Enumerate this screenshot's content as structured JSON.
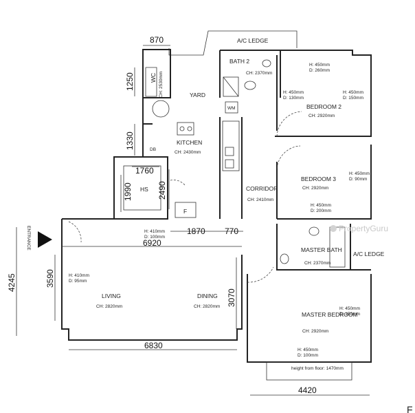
{
  "rooms": {
    "ac_ledge_top": "A/C LEDGE",
    "bath2": "BATH 2",
    "bath2_ch": "CH: 2370mm",
    "wc": "WC",
    "wc_ch": "CH: 2530mm",
    "yard": "YARD",
    "wm": "WM",
    "kitchen": "KITCHEN",
    "kitchen_ch": "CH: 2430mm",
    "db": "DB",
    "hs": "HS",
    "f": "F",
    "corridor": "CORRIDOR",
    "corridor_ch": "CH: 2410mm",
    "bedroom2": "BEDROOM 2",
    "bedroom2_ch": "CH: 2920mm",
    "bedroom3": "BEDROOM 3",
    "bedroom3_ch": "CH: 2920mm",
    "master_bath": "MASTER BATH",
    "master_bath_ch": "CH: 2370mm",
    "ac_ledge_right": "A/C LEDGE",
    "living": "LIVING",
    "living_ch": "CH: 2820mm",
    "dining": "DINING",
    "dining_ch": "CH: 2820mm",
    "master_bedroom": "MASTER BEDROOM",
    "master_bedroom_ch": "CH: 2920mm",
    "entrance": "ENTRANCE",
    "height_from_floor": "height from floor: 1470mm"
  },
  "openings": {
    "bed2_h1": "H: 450mm",
    "bed2_d1": "D: 260mm",
    "bed2_h2": "H: 450mm",
    "bed2_d2": "D: 130mm",
    "bed2_h3": "H: 450mm",
    "bed2_d3": "D: 150mm",
    "bed3_h1": "H: 450mm",
    "bed3_d1": "D: 90mm",
    "bed3_h2": "H: 450mm",
    "bed3_d2": "D: 200mm",
    "entry_h": "H: 410mm",
    "entry_d": "D: 100mm",
    "living_h": "H: 410mm",
    "living_d": "D: 95mm",
    "mbed_h1": "H: 450mm",
    "mbed_d1": "D: 150mm",
    "mbed_h2": "H: 450mm",
    "mbed_d2": "D: 100mm"
  },
  "dimensions": {
    "d870": "870",
    "d1250": "1250",
    "d1330": "1330",
    "d1760": "1760",
    "d1990": "1990",
    "d2490": "2490",
    "d1870": "1870",
    "d770": "770",
    "d6920": "6920",
    "d3590": "3590",
    "d4245": "4245",
    "d3070": "3070",
    "d6830": "6830",
    "d4420": "4420"
  },
  "watermark": "PropertyGuru",
  "corner_mark": "F"
}
